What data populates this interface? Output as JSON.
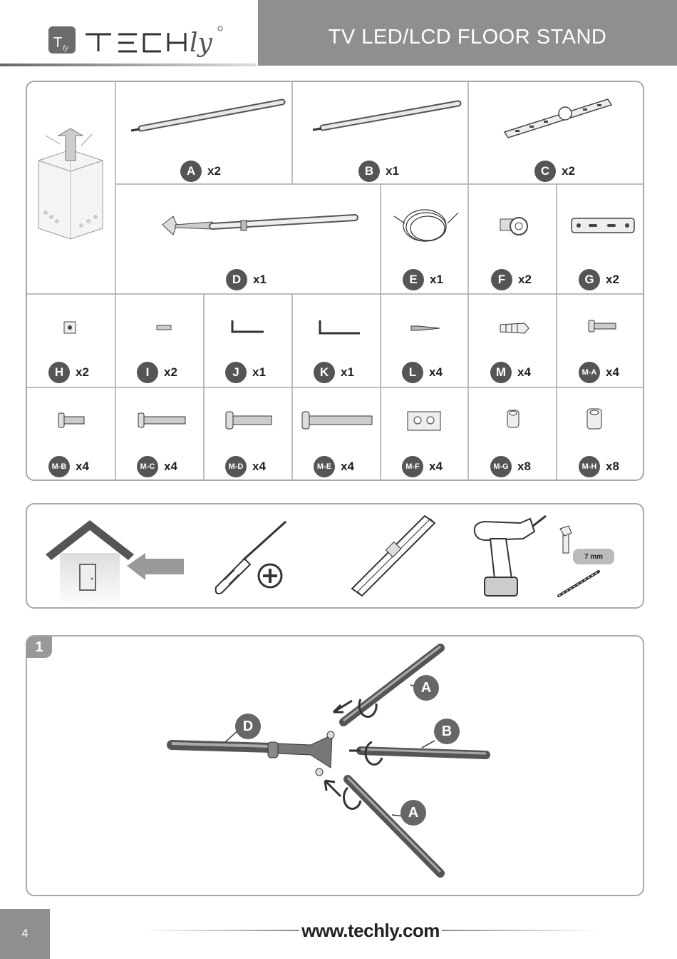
{
  "header": {
    "brand": "TECHly",
    "title": "TV LED/LCD FLOOR STAND"
  },
  "parts": [
    {
      "id": "A",
      "qty": "x2"
    },
    {
      "id": "B",
      "qty": "x1"
    },
    {
      "id": "C",
      "qty": "x2"
    },
    {
      "id": "D",
      "qty": "x1"
    },
    {
      "id": "E",
      "qty": "x1"
    },
    {
      "id": "F",
      "qty": "x2"
    },
    {
      "id": "G",
      "qty": "x2"
    },
    {
      "id": "H",
      "qty": "x2"
    },
    {
      "id": "I",
      "qty": "x2"
    },
    {
      "id": "J",
      "qty": "x1"
    },
    {
      "id": "K",
      "qty": "x1"
    },
    {
      "id": "L",
      "qty": "x4"
    },
    {
      "id": "M",
      "qty": "x4"
    },
    {
      "id": "M-A",
      "qty": "x4"
    },
    {
      "id": "M-B",
      "qty": "x4"
    },
    {
      "id": "M-C",
      "qty": "x4"
    },
    {
      "id": "M-D",
      "qty": "x4"
    },
    {
      "id": "M-E",
      "qty": "x4"
    },
    {
      "id": "M-F",
      "qty": "x4"
    },
    {
      "id": "M-G",
      "qty": "x8"
    },
    {
      "id": "M-H",
      "qty": "x8"
    }
  ],
  "tools": {
    "drill_bit_size": "7 mm"
  },
  "step1": {
    "number": "1",
    "callouts": [
      "D",
      "A",
      "B",
      "A"
    ]
  },
  "footer": {
    "page": "4",
    "url": "www.techly.com"
  }
}
